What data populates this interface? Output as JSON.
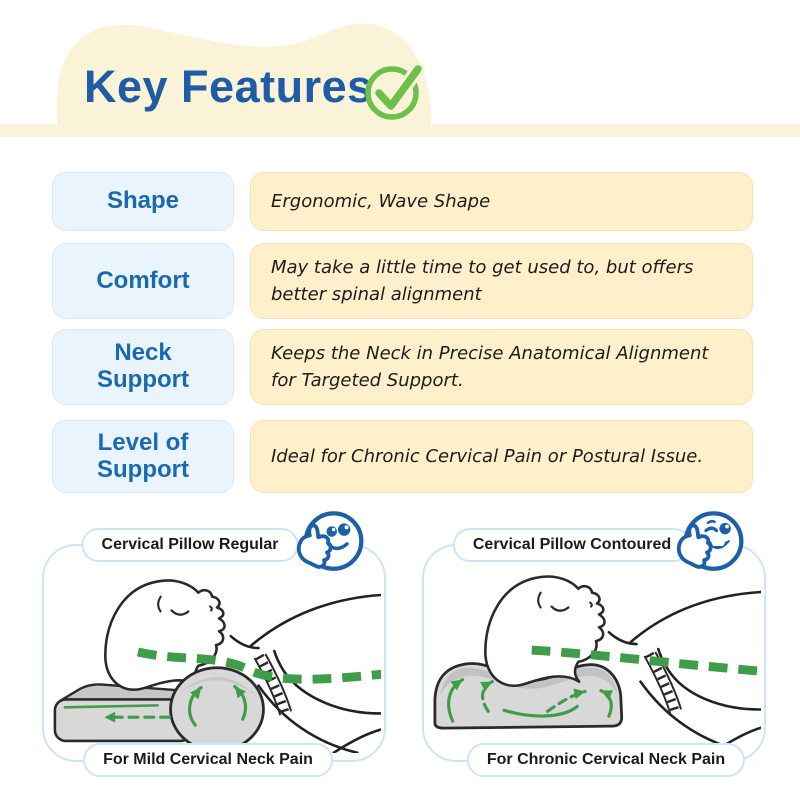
{
  "header": {
    "title": "Key Features",
    "check_icon": "check-circle",
    "colors": {
      "banner_cream": "#faf3d8",
      "title_blue": "#1e5ca6",
      "check_green": "#6cc04b"
    }
  },
  "features": {
    "rows": [
      {
        "label": "Shape",
        "value": "Ergonomic, Wave Shape"
      },
      {
        "label": "Comfort",
        "value": "May take a little time to get used to, but offers better spinal alignment"
      },
      {
        "label": "Neck Support",
        "value": "Keeps the Neck in Precise Anatomical Alignment for Targeted Support."
      },
      {
        "label": "Level of Support",
        "value": "Ideal for Chronic Cervical Pain or Postural Issue."
      }
    ],
    "colors": {
      "label_bg": "#eaf4fc",
      "label_text": "#1a6ab1",
      "value_bg": "#fdf0ca",
      "value_text": "#1d1d1d"
    }
  },
  "comparison": {
    "panels": [
      {
        "title": "Cervical Pillow Regular",
        "caption": "For Mild Cervical Neck Pain",
        "badge_icon": "thumbs-up-smiley"
      },
      {
        "title": "Cervical Pillow Contoured",
        "caption": "For Chronic Cervical Neck Pain",
        "badge_icon": "thumbs-up-wink-smiley"
      }
    ],
    "colors": {
      "panel_border": "#cfe3f8",
      "caption_text": "#1b1b1b",
      "spine_green": "#3f9d49",
      "pillow_gray": "#d8d8d8",
      "smiley_blue": "#1d5fa8",
      "line_art": "#2a2a2a"
    }
  }
}
